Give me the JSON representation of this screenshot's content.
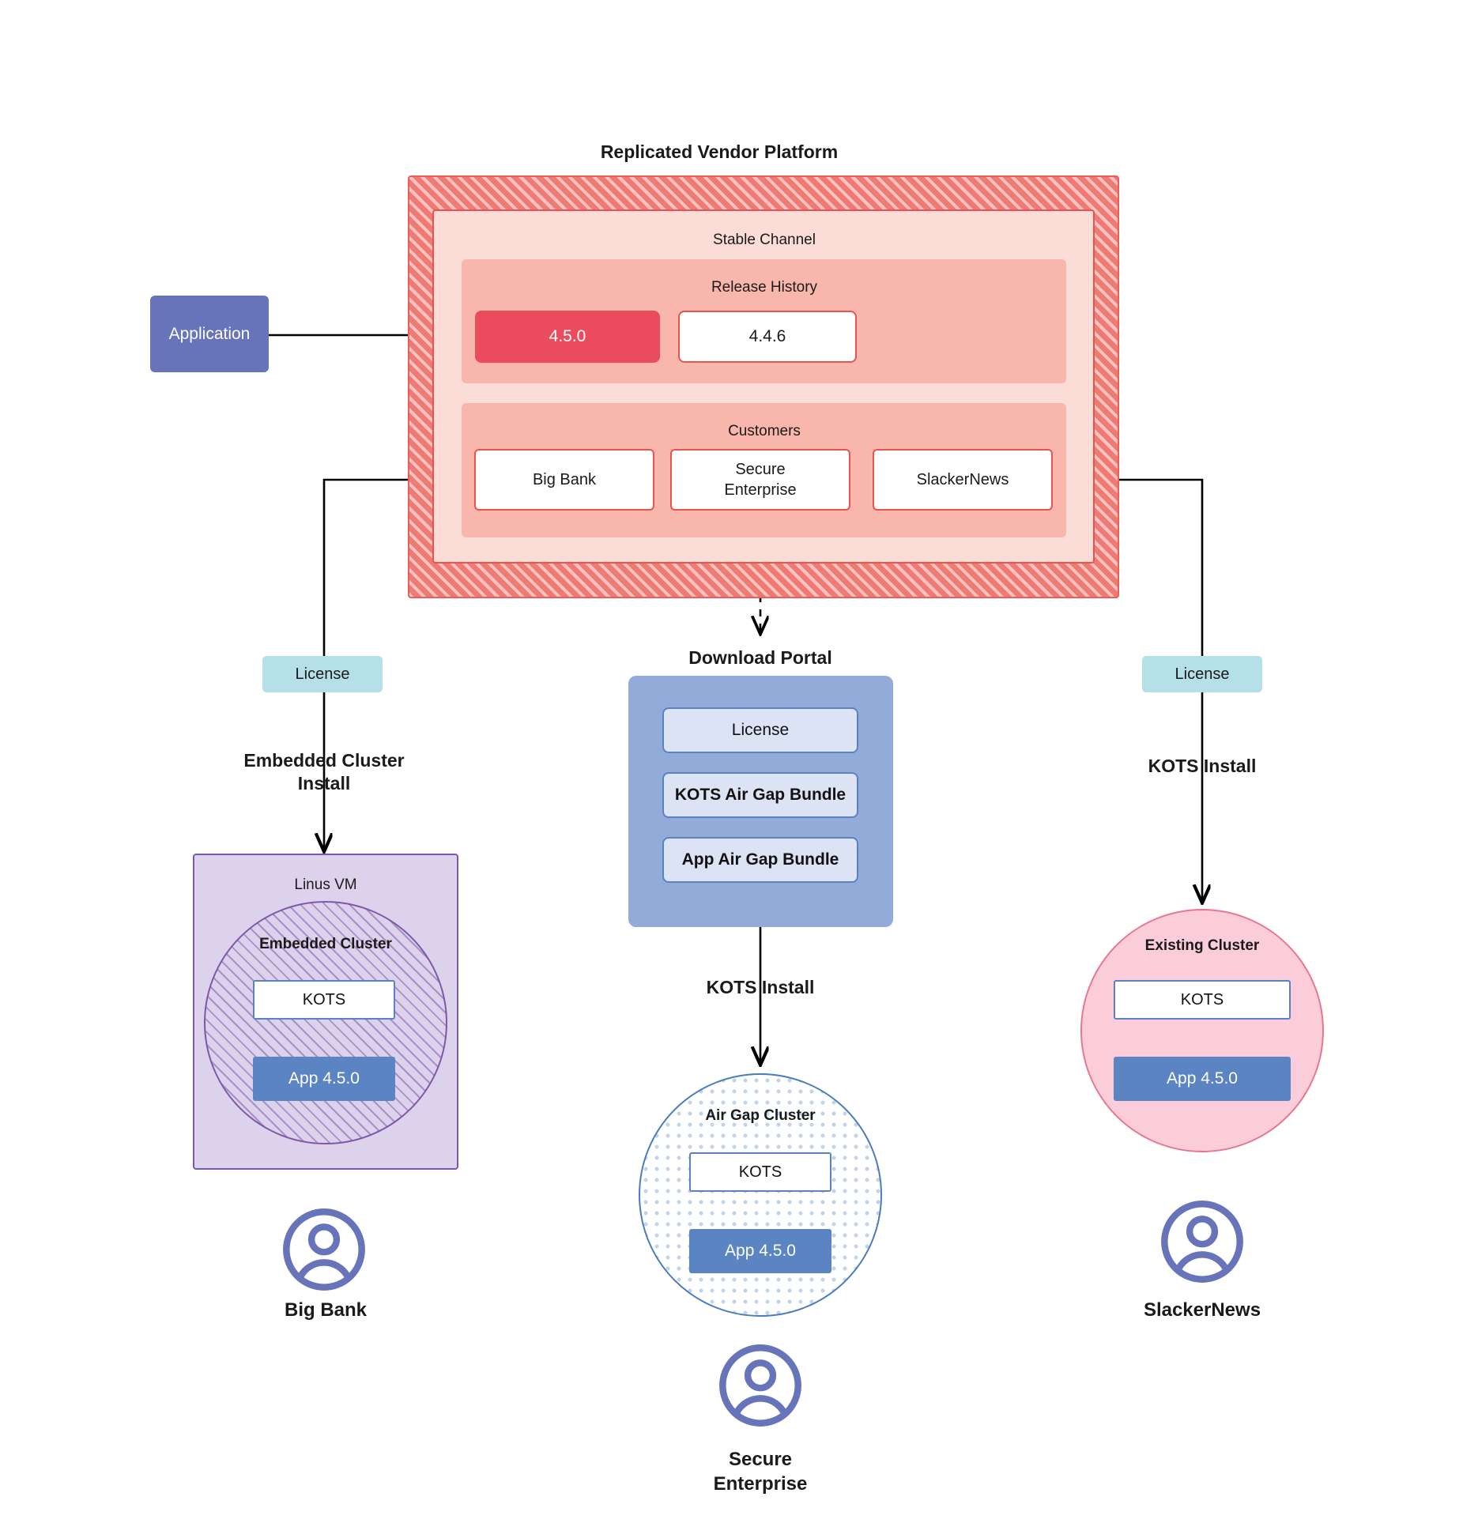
{
  "diagram": {
    "title": "Replicated Vendor Platform",
    "download_portal_title": "Download  Portal"
  },
  "application": {
    "label": "Application"
  },
  "platform": {
    "channel": {
      "label": "Stable Channel"
    },
    "release_history": {
      "label": "Release History",
      "releases": [
        {
          "version": "4.5.0",
          "state": "active"
        },
        {
          "version": "4.4.6",
          "state": "plain"
        }
      ]
    },
    "customers": {
      "label": "Customers",
      "items": [
        {
          "name": "Big Bank"
        },
        {
          "name": "Secure\nEnterprise"
        },
        {
          "name": "SlackerNews"
        }
      ]
    }
  },
  "licenses": {
    "left": "License",
    "right": "License"
  },
  "edge_labels": {
    "embedded_cluster_install": "Embedded Cluster\nInstall",
    "kots_install_middle": "KOTS Install",
    "kots_install_right": "KOTS Install"
  },
  "download_portal": {
    "items": [
      {
        "label": "License"
      },
      {
        "label": "KOTS Air Gap Bundle"
      },
      {
        "label": "App Air Gap Bundle"
      }
    ]
  },
  "targets": {
    "left": {
      "vm_label": "Linus VM",
      "cluster_label": "Embedded Cluster",
      "kots": "KOTS",
      "app": "App 4.5.0",
      "persona": "Big Bank"
    },
    "middle": {
      "cluster_label": "Air Gap Cluster",
      "kots": "KOTS",
      "app": "App 4.5.0",
      "persona": "Secure\nEnterprise"
    },
    "right": {
      "cluster_label": "Existing Cluster",
      "kots": "KOTS",
      "app": "App 4.5.0",
      "persona": "SlackerNews"
    }
  },
  "colors": {
    "platform_hatch": "#ef7a74",
    "channel_fill": "#fbdcd7",
    "group_fill": "#f9b6ac",
    "release_active": "#ea4c5e",
    "application": "#6874b9",
    "license": "#b5e0e8",
    "portal": "#93abd8",
    "portal_item": "#dbe3f5",
    "vm": "#ddd2ec",
    "existing_cluster": "#fbcdda",
    "app_box": "#5b84c2",
    "avatar": "#6874b9"
  }
}
